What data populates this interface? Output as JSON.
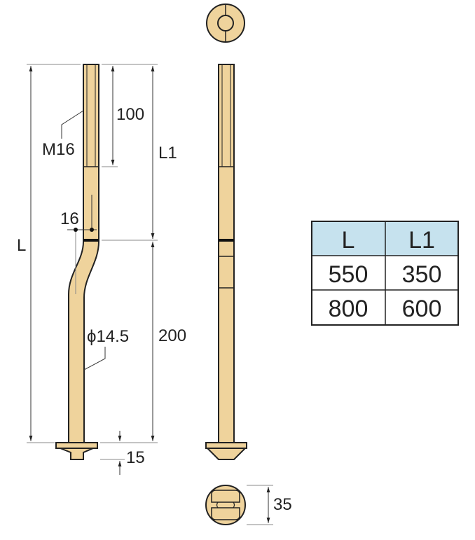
{
  "colors": {
    "part_fill": "#efd39c",
    "table_header": "#c6e2ee",
    "outline": "#222222"
  },
  "labels": {
    "L": "L",
    "L1": "L1",
    "dim_100": "100",
    "dim_200": "200",
    "dim_16": "16",
    "dim_15": "15",
    "dim_35": "35",
    "thread": "M16",
    "diameter": "ϕ14.5"
  },
  "table": {
    "headers": [
      "L",
      "L1"
    ],
    "rows": [
      [
        "550",
        "350"
      ],
      [
        "800",
        "600"
      ]
    ]
  }
}
